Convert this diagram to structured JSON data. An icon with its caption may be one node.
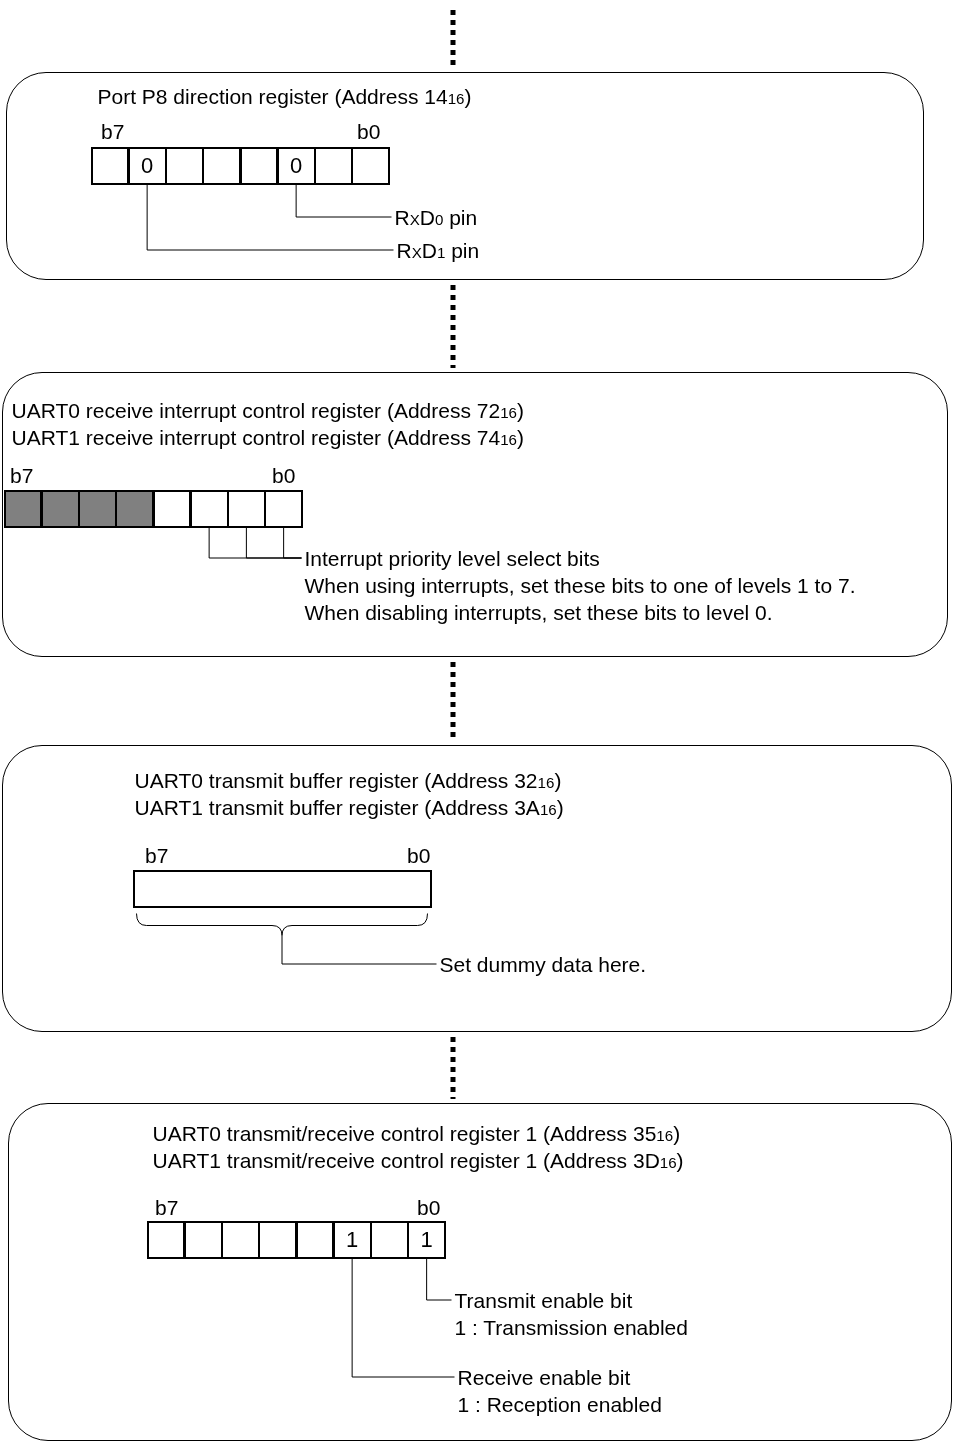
{
  "diagram": {
    "nodes": [
      {
        "text": [
          "Port P8 direction register (Address 14$_{16}$)"
        ]
      },
      {
        "text": [],
        "shape": "box",
        "in": 0
      },
      {
        "text": [
          "0"
        ],
        "in": 0
      },
      {
        "text": [],
        "shape": "box",
        "in": 0
      },
      {
        "text": [],
        "shape": "box",
        "in": 0
      },
      {
        "text": [],
        "shape": "box",
        "in": 0
      },
      {
        "text": [
          "0"
        ],
        "in": 0
      },
      {
        "text": [],
        "shape": "box",
        "in": 0
      },
      {
        "text": [],
        "shape": "box",
        "in": 0
      },
      {
        "text": [
          "R$_{X}$D$_{0}$ pin"
        ],
        "in": 0
      },
      {
        "text": [
          "R$_{X}$D$_{1}$ pin"
        ],
        "in": 0
      },
      {
        "text": [
          "UART0 receive interrupt control register (Address 72$_{16}$)",
          "UART1 receive interrupt control register (Address 74$_{16}$)"
        ]
      },
      {
        "text": [],
        "shape": "box",
        "in": 11
      },
      {
        "text": [],
        "shape": "box",
        "in": 11
      },
      {
        "text": [],
        "shape": "box",
        "in": 11
      },
      {
        "text": [],
        "shape": "box",
        "in": 11
      },
      {
        "text": [],
        "shape": "box",
        "in": 11
      },
      {
        "text": [],
        "shape": "box",
        "in": 11
      },
      {
        "text": [],
        "shape": "box",
        "in": 11
      },
      {
        "text": [],
        "shape": "box",
        "in": 11
      },
      {
        "text": [
          "Interrupt priority level select bits",
          "When using interrupts, set these bits to one of levels 1 to 7.",
          "When disabling interrupts, set these bits to level 0."
        ],
        "in": 11
      },
      {
        "text": [
          "UART0 transmit buffer register (Address 32$_{16}$)",
          "UART1 transmit buffer register (Address 3A$_{16}$)"
        ]
      },
      {
        "text": [],
        "shape": "box",
        "in": 21,
        "beside": [
          "b7",
          "b0"
        ]
      },
      {
        "text": [
          "Set dummy data here."
        ],
        "in": 21
      },
      {
        "text": [
          "UART0 transmit/receive control register 1 (Address 35$_{16}$)",
          "UART1 transmit/receive control register 1 (Address 3D$_{16}$)"
        ]
      },
      {
        "text": [],
        "shape": "box",
        "in": 24
      },
      {
        "text": [],
        "shape": "box",
        "in": 24
      },
      {
        "text": [],
        "shape": "box",
        "in": 24
      },
      {
        "text": [],
        "shape": "box",
        "in": 24
      },
      {
        "text": [],
        "shape": "box",
        "in": 24
      },
      {
        "text": [
          "1"
        ],
        "in": 24
      },
      {
        "text": [],
        "shape": "box",
        "in": 24
      },
      {
        "text": [
          "1"
        ],
        "in": 24
      },
      {
        "text": [
          "Transmit enable bit",
          "1 : Transmission enabled"
        ],
        "in": 24
      },
      {
        "text": [
          "Receive enable bit",
          "1 : Reception enabled"
        ],
        "in": 24
      }
    ],
    "edges": [
      {
        "from": null,
        "to": 0,
        "arrow": "none",
        "style": "dashed"
      },
      {
        "from": 6,
        "to": 9,
        "arrow": "none"
      },
      {
        "from": 2,
        "to": 10,
        "arrow": "none"
      },
      {
        "from": 0,
        "to": 11,
        "arrow": "none",
        "style": "dashed"
      },
      {
        "from": 17,
        "to": 20,
        "arrow": "none"
      },
      {
        "from": 18,
        "to": 20,
        "arrow": "none"
      },
      {
        "from": 19,
        "to": 20,
        "arrow": "none"
      },
      {
        "from": 11,
        "to": 21,
        "arrow": "none",
        "style": "dashed"
      },
      {
        "from": 22,
        "to": 23,
        "arrow": "none"
      },
      {
        "from": 21,
        "to": 24,
        "arrow": "none",
        "style": "dashed"
      },
      {
        "from": 32,
        "to": 33,
        "arrow": "none"
      },
      {
        "from": 30,
        "to": 34,
        "arrow": "none"
      }
    ],
    "labels": [
      "b7",
      "b0",
      "b7",
      "b0",
      "b7",
      "b0"
    ]
  }
}
